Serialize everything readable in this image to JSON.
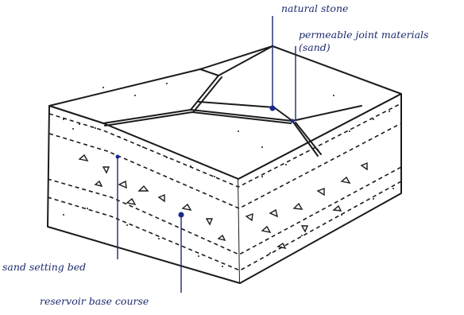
{
  "labels": {
    "natural_stone": "natural stone",
    "joint_line1": "permeable joint materials",
    "joint_line2": "(sand)",
    "sand_setting_bed": "sand setting bed",
    "reservoir_base_course": "reservoir base course"
  },
  "colors": {
    "ink": "#1b1b1b",
    "label": "#1b2a6e",
    "marker": "#1b2a8e"
  }
}
